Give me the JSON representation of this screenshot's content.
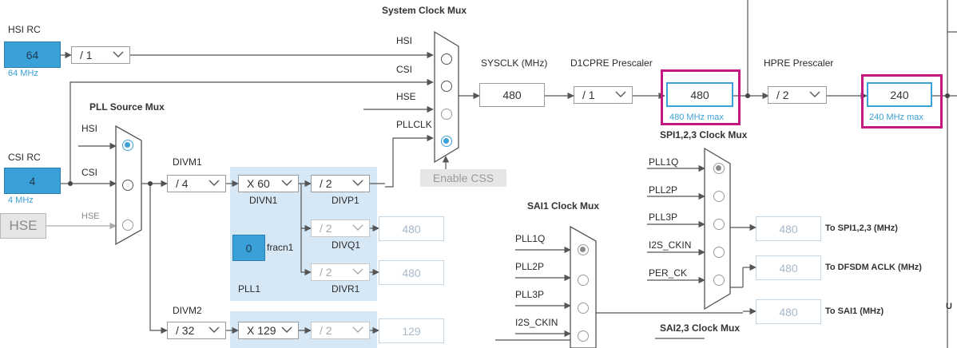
{
  "colors": {
    "accent": "#3aa0d8",
    "highlight": "#c2187f",
    "pll_bg": "#d6e7f5"
  },
  "system_clock_mux": {
    "title": "System Clock Mux",
    "inputs": [
      "HSI",
      "CSI",
      "HSE",
      "PLLCLK"
    ],
    "selected": "PLLCLK"
  },
  "hsi": {
    "label": "HSI RC",
    "value": "64",
    "freq": "64 MHz",
    "divider": "/ 1"
  },
  "csi": {
    "label": "CSI RC",
    "value": "4",
    "freq": "4 MHz"
  },
  "hse": {
    "button": "HSE"
  },
  "pll_source_mux": {
    "title": "PLL Source Mux",
    "inputs": [
      "HSI",
      "CSI",
      "HSE"
    ],
    "selected": "HSI"
  },
  "pll1": {
    "name": "PLL1",
    "divm_label": "DIVM1",
    "divm": "/ 4",
    "divn_label": "DIVN1",
    "divn": "X 60",
    "fracn_label": "fracn1",
    "fracn": "0",
    "divp_label": "DIVP1",
    "divp": "/ 2",
    "divq_label": "DIVQ1",
    "divq": "/ 2",
    "divq_out": "480",
    "divr_label": "DIVR1",
    "divr": "/ 2",
    "divr_out": "480"
  },
  "pll2": {
    "divm_label": "DIVM2",
    "divm": "/ 32",
    "divn": "X 129",
    "divp": "/ 2",
    "divp_out": "129"
  },
  "sysclk": {
    "label": "SYSCLK (MHz)",
    "value": "480"
  },
  "enable_css": {
    "label": "Enable CSS"
  },
  "d1cpre": {
    "label": "D1CPRE Prescaler",
    "value": "/ 1",
    "output": "480",
    "max": "480 MHz max"
  },
  "hpre": {
    "label": "HPRE Prescaler",
    "value": "/ 2",
    "output": "240",
    "max": "240 MHz max"
  },
  "spi123_mux": {
    "title": "SPI1,2,3 Clock Mux",
    "inputs": [
      "PLL1Q",
      "PLL2P",
      "PLL3P",
      "I2S_CKIN",
      "PER_CK"
    ],
    "selected": "PLL1Q"
  },
  "sai1_mux": {
    "title": "SAI1 Clock Mux",
    "inputs": [
      "PLL1Q",
      "PLL2P",
      "PLL3P",
      "I2S_CKIN"
    ],
    "selected": "PLL1Q"
  },
  "sai23_mux": {
    "title": "SAI2,3 Clock Mux"
  },
  "outputs": [
    {
      "value": "480",
      "label": "To SPI1,2,3 (MHz)"
    },
    {
      "value": "480",
      "label": "To DFSDM ACLK (MHz)"
    },
    {
      "value": "480",
      "label": "To SAI1 (MHz)"
    }
  ],
  "edge_letter": "U"
}
